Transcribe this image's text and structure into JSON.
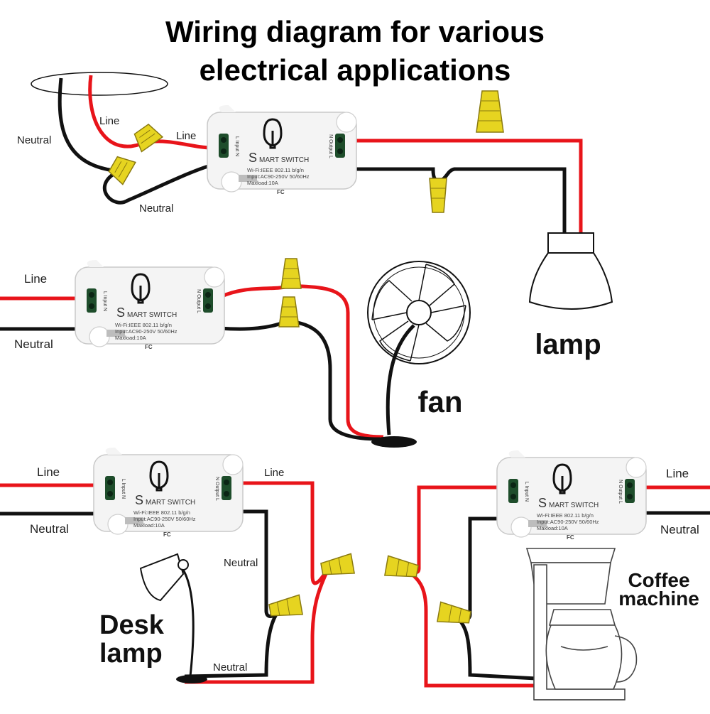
{
  "title": {
    "line1": "Wiring diagram for various",
    "line2": "electrical applications"
  },
  "switch": {
    "brand_s": "S",
    "brand_rest": "MART SWITCH",
    "spec1": "Wi-Fi:IEEE 802.11 b/g/n",
    "spec2": "Input:AC90-250V 50/60Hz",
    "spec3": "Maxload:10A",
    "fc": "FC",
    "input_label": "L Input N",
    "output_label": "N Output L"
  },
  "labels": {
    "line": "Line",
    "neutral": "Neutral",
    "lamp": "lamp",
    "fan": "fan",
    "desk_lamp_1": "Desk",
    "desk_lamp_2": "lamp",
    "coffee_1": "Coffee",
    "coffee_2": "machine"
  },
  "colors": {
    "line_wire": "#e8141a",
    "neutral_wire": "#111111",
    "wire_nut": "#e6d420",
    "switch_body": "#f4f4f4",
    "terminal": "#1e4d2b"
  }
}
